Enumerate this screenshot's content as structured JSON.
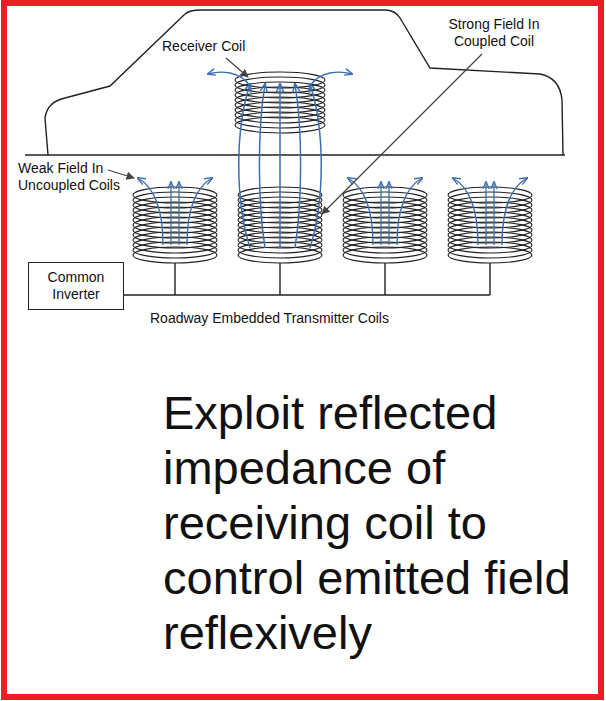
{
  "diagram": {
    "caption": "Exploit reflected impedance of receiving coil to control emitted field reflexively",
    "nodes": [
      {
        "text": [
          "Common Inverter"
        ]
      }
    ],
    "labels": [
      "Receiver Coil",
      "Strong Field In Coupled Coil",
      "Weak Field In Uncoupled Coils",
      "Roadway Embedded Transmitter Coils"
    ]
  }
}
